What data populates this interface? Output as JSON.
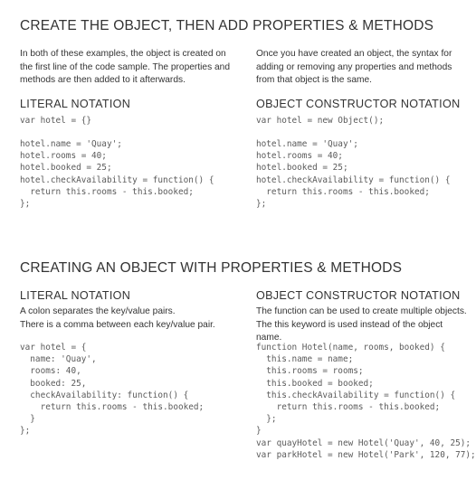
{
  "section1": {
    "title": "CREATE THE OBJECT, THEN ADD PROPERTIES & METHODS",
    "left": {
      "intro": "In both of these examples, the object is created on the first line of the code sample. The properties and methods are then added to it afterwards.",
      "heading": "LITERAL NOTATION",
      "code1": "var hotel = {}",
      "code2": "hotel.name = 'Quay';\nhotel.rooms = 40;\nhotel.booked = 25;\nhotel.checkAvailability = function() {\n  return this.rooms - this.booked;\n};"
    },
    "right": {
      "intro": "Once you have created an object, the syntax for adding or removing any properties and methods from that object is the same.",
      "heading": "OBJECT CONSTRUCTOR NOTATION",
      "code1": "var hotel = new Object();",
      "code2": "hotel.name = 'Quay';\nhotel.rooms = 40;\nhotel.booked = 25;\nhotel.checkAvailability = function() {\n  return this.rooms - this.booked;\n};"
    }
  },
  "section2": {
    "title": "CREATING AN OBJECT WITH PROPERTIES & METHODS",
    "left": {
      "heading": "LITERAL NOTATION",
      "intro_line1": "A colon separates the key/value pairs.",
      "intro_line2": "There is a comma between each key/value pair.",
      "code": "var hotel = {\n  name: 'Quay',\n  rooms: 40,\n  booked: 25,\n  checkAvailability: function() {\n    return this.rooms - this.booked;\n  }\n};"
    },
    "right": {
      "heading": "OBJECT CONSTRUCTOR NOTATION",
      "intro_line1": "The function can be used to create multiple objects.",
      "intro_line2": "The this keyword is used instead of the object name.",
      "code": "function Hotel(name, rooms, booked) {\n  this.name = name;\n  this.rooms = rooms;\n  this.booked = booked;\n  this.checkAvailability = function() {\n    return this.rooms - this.booked;\n  };\n}\nvar quayHotel = new Hotel('Quay', 40, 25);\nvar parkHotel = new Hotel('Park', 120, 77);"
    }
  }
}
